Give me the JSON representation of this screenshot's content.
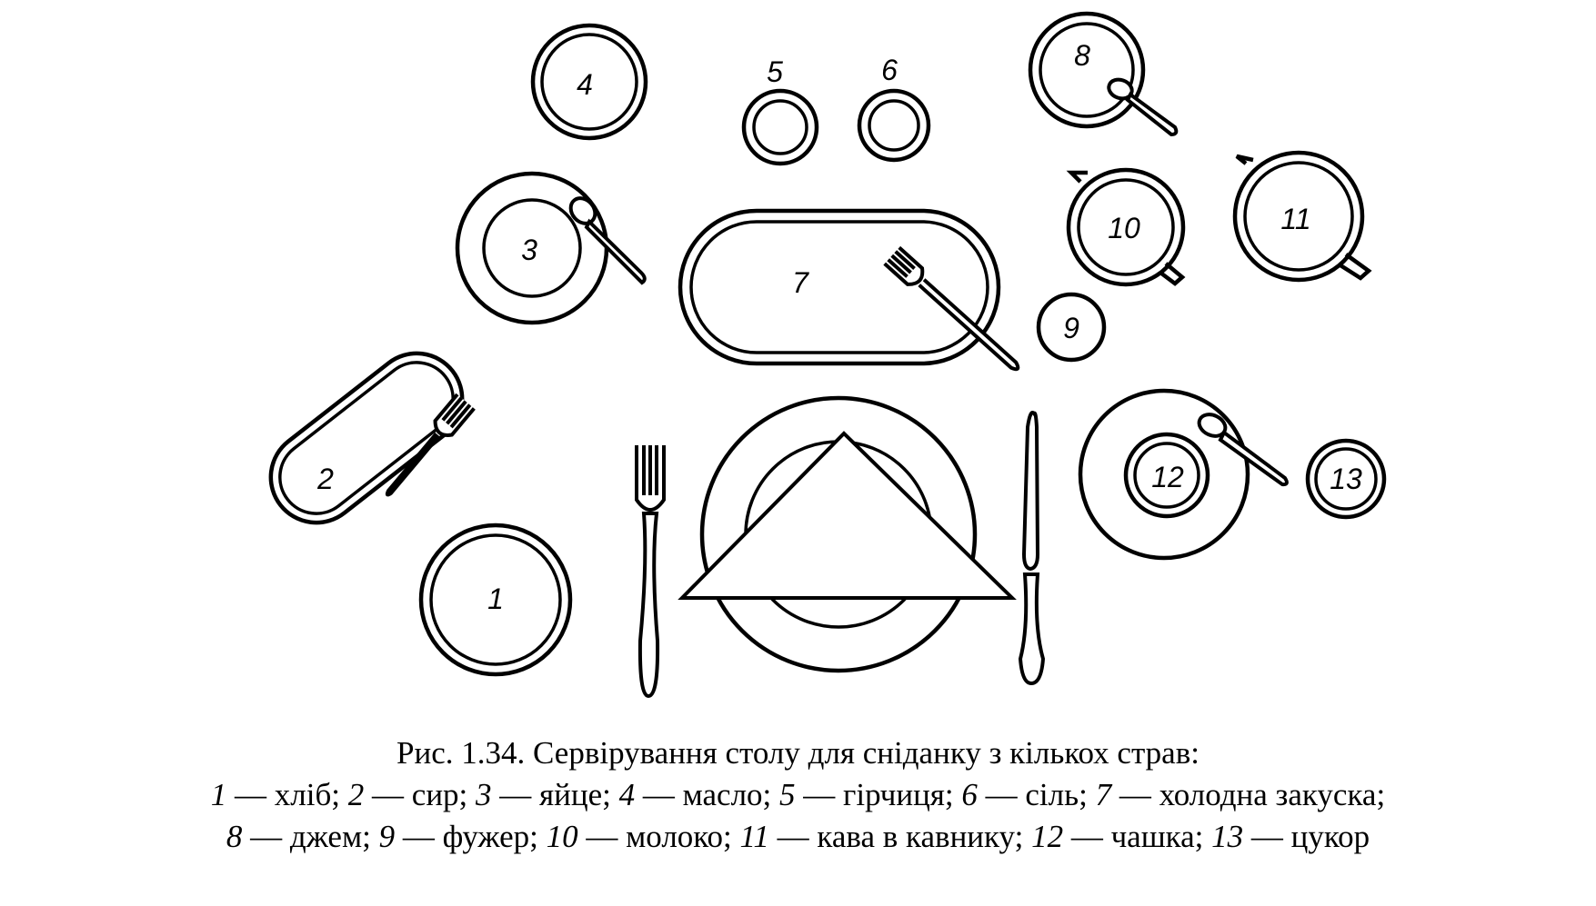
{
  "figure": {
    "item_labels": [
      "1",
      "2",
      "3",
      "4",
      "5",
      "6",
      "7",
      "8",
      "9",
      "10",
      "11",
      "12",
      "13"
    ]
  },
  "caption": {
    "title": "Рис. 1.34. Сервірування столу для сніданку з кількох страв:",
    "legend_line1": [
      {
        "num": "1",
        "text": " — хліб; "
      },
      {
        "num": "2",
        "text": " — сир; "
      },
      {
        "num": "3",
        "text": " — яйце; "
      },
      {
        "num": "4",
        "text": " — масло; "
      },
      {
        "num": "5",
        "text": " — гірчиця; "
      },
      {
        "num": "6",
        "text": " — сіль; "
      },
      {
        "num": "7",
        "text": " — холодна закуска;"
      }
    ],
    "legend_line2": [
      {
        "num": "8",
        "text": " — джем; "
      },
      {
        "num": "9",
        "text": " — фужер; "
      },
      {
        "num": "10",
        "text": " — молоко; "
      },
      {
        "num": "11",
        "text": " — кава в кавнику; "
      },
      {
        "num": "12",
        "text": " — чашка; "
      },
      {
        "num": "13",
        "text": " — цукор"
      }
    ]
  }
}
